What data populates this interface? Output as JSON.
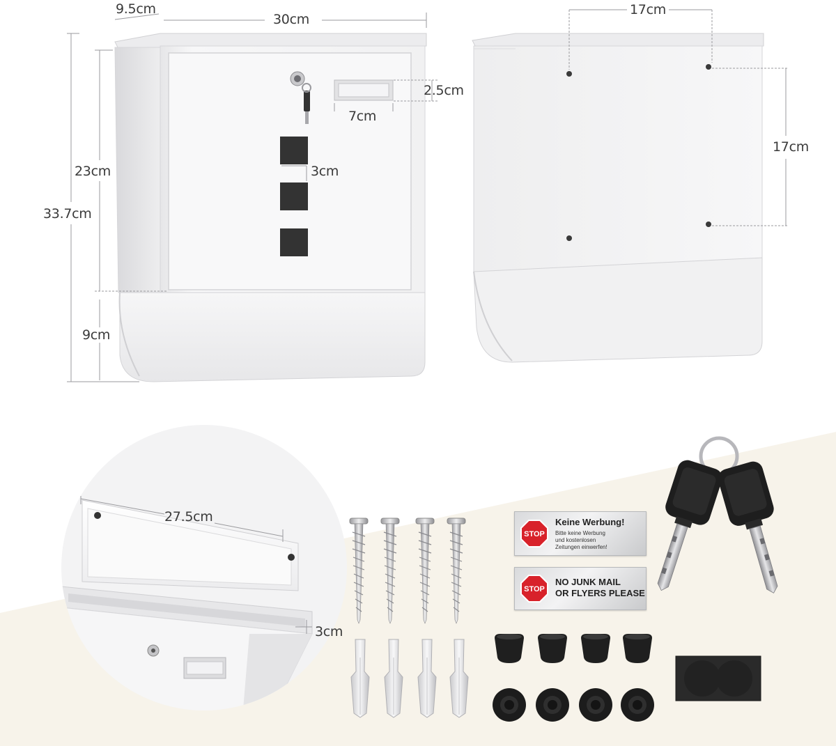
{
  "dimensions": {
    "depth": "9.5cm",
    "width": "30cm",
    "top_hole_spacing": "17cm",
    "slot_height": "2.5cm",
    "slot_width": "7cm",
    "window_gap": "3cm",
    "door_height": "23cm",
    "total_height": "33.7cm",
    "side_hole_spacing": "17cm",
    "bottom_height": "9cm",
    "flap_width": "27.5cm",
    "flap_depth": "3cm"
  },
  "signs": {
    "german": {
      "stop": "STOP",
      "title": "Keine Werbung!",
      "body": "Bitte keine Werbung\nund kostenlosen\nZeitungen einwerfen!"
    },
    "english": {
      "stop": "STOP",
      "body": "NO JUNK MAIL\nOR FLYERS PLEASE"
    }
  },
  "colors": {
    "background": "#ffffff",
    "beige_band": "#f7f3ea",
    "mailbox": "#f4f4f5",
    "stop_red": "#d8222a",
    "rubber": "#1c1c1c"
  }
}
